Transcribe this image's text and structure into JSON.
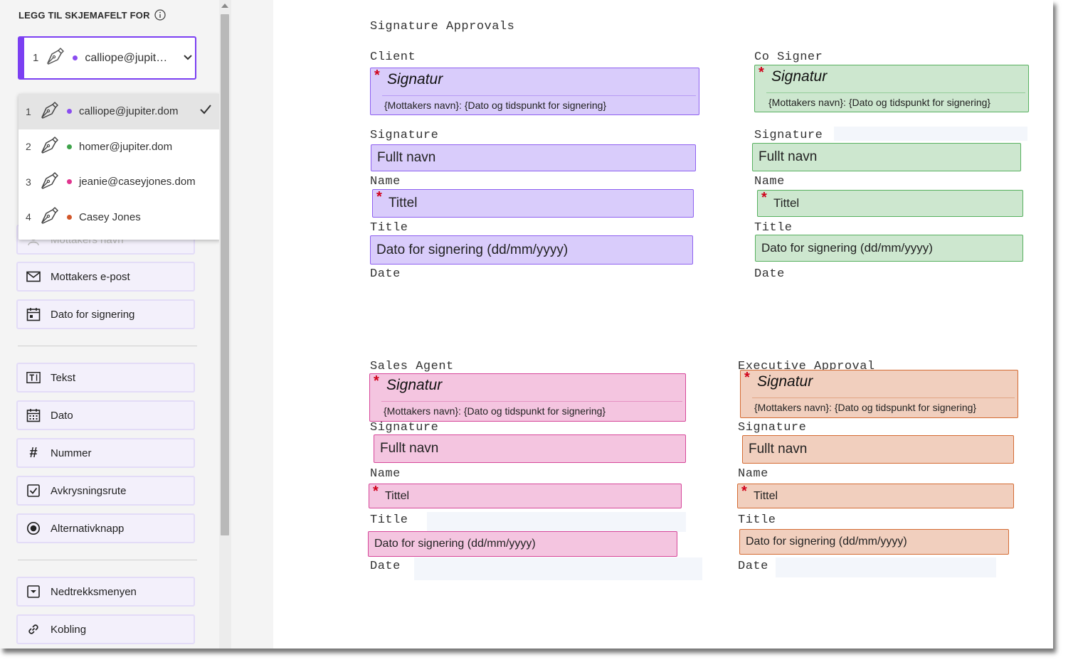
{
  "panel": {
    "heading": "LEGG TIL SKJEMAFELT FOR",
    "selected": {
      "index": "1",
      "email": "calliope@jupiter.dom"
    },
    "recipients": [
      {
        "index": "1",
        "label": "calliope@jupiter.dom",
        "color": "#8a4df0",
        "selected": true
      },
      {
        "index": "2",
        "label": "homer@jupiter.dom",
        "color": "#3ea34a",
        "selected": false
      },
      {
        "index": "3",
        "label": "jeanie@caseyjones.dom",
        "color": "#e0358f",
        "selected": false
      },
      {
        "index": "4",
        "label": "Casey Jones",
        "color": "#d2572a",
        "selected": false
      }
    ],
    "partial_field": "Mottakers navn",
    "fields_group1": [
      {
        "label": "Mottakers e-post",
        "icon": "envelope-icon"
      },
      {
        "label": "Dato for signering",
        "icon": "calendar-icon"
      }
    ],
    "fields_group2": [
      {
        "label": "Tekst",
        "icon": "text-field-icon"
      },
      {
        "label": "Dato",
        "icon": "date-icon"
      },
      {
        "label": "Nummer",
        "icon": "hash-icon"
      },
      {
        "label": "Avkrysningsrute",
        "icon": "checkbox-icon"
      },
      {
        "label": "Alternativknapp",
        "icon": "radio-icon"
      }
    ],
    "fields_group3": [
      {
        "label": "Nedtrekksmenyen",
        "icon": "dropdown-icon"
      },
      {
        "label": "Kobling",
        "icon": "link-icon"
      }
    ]
  },
  "document": {
    "title": "Signature Approvals",
    "signature_label": "Signatur",
    "signature_sub": "{Mottakers navn}: {Dato og tidspunkt for signering}",
    "name_field": "Fullt navn",
    "title_field": "Tittel",
    "date_field": "Dato for signering (dd/mm/yyyy)",
    "row_labels": {
      "signature": "Signature",
      "name": "Name",
      "title": "Title",
      "date": "Date"
    },
    "blocks": [
      {
        "heading": "Client",
        "color": "purple"
      },
      {
        "heading": "Co Signer",
        "color": "green"
      },
      {
        "heading": "Sales Agent",
        "color": "pink"
      },
      {
        "heading": "Executive Approval",
        "color": "orange"
      }
    ]
  }
}
